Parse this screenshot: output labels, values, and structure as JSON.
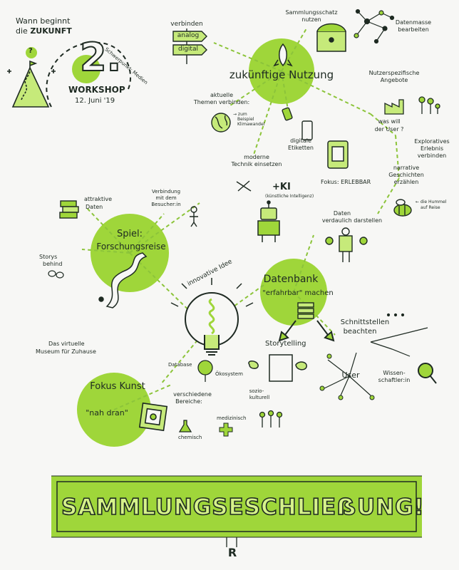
{
  "colors": {
    "green": "#9fd63a",
    "light_green": "#c6ea7a",
    "ink": "#1e2a22",
    "paper": "#f7f7f5"
  },
  "header": {
    "question_line1": "Wann beginnt",
    "question_line2_prefix": "die",
    "question_line2_emph": "ZUKUNFT",
    "question_mark": "?",
    "number": "2.",
    "workshop": "WORKSHOP",
    "date": "12. Juni '19",
    "arc_text": "Schwerpunkt: Medien"
  },
  "nodes": {
    "zukunft": "zukünftige Nutzung",
    "verbinden": "verbinden",
    "analog": "analog",
    "digital": "digital",
    "sammlungsschatz": [
      "Sammlungsschatz",
      "nutzen"
    ],
    "datenmasse": [
      "Datenmasse",
      "bearbeiten"
    ],
    "nutzerspezifisch": [
      "Nutzerspezifische",
      "Angebote"
    ],
    "aktuelle": [
      "aktuelle",
      "Themen verbinden:"
    ],
    "zum_beispiel": [
      "→ zum",
      "Beispiel",
      "Klimawandel"
    ],
    "was_will": [
      "was will",
      "der User ?"
    ],
    "digitale_etiketten": [
      "digitale",
      "Etiketten"
    ],
    "moderne_technik": [
      "moderne",
      "Technik einsetzen"
    ],
    "ki": "+KI",
    "ki_note": "(künstliche Intelligenz)",
    "fokus_erlebbar": "Fokus: ERLEBBAR",
    "exploratives": [
      "Exploratives",
      "Erlebnis",
      "verbinden"
    ],
    "narrative": [
      "narrative",
      "Geschichten",
      "erzählen"
    ],
    "hummel": [
      "← die Hummel",
      "auf Reise"
    ],
    "daten_verdaulich": [
      "Daten",
      "verdaulich darstellen"
    ],
    "attraktive": [
      "attraktive",
      "Daten"
    ],
    "verbindung_besucher": [
      "Verbindung",
      "mit dem",
      "Besucher:in"
    ],
    "spiel": [
      "Spiel:",
      "Forschungsreise"
    ],
    "storys": [
      "Storys",
      "behind"
    ],
    "innovative_idee": "innovative Idee",
    "datenbank": "Datenbank",
    "erfahrbar": "\"erfahrbar\" machen",
    "storytelling": "Storytelling",
    "schnittstellen": [
      "Schnittstellen",
      "beachten"
    ],
    "user": "User",
    "wissenschaftlerin": [
      "Wissen-",
      "schaftler:in"
    ],
    "museum": [
      "Das virtuelle",
      "Museum für Zuhause"
    ],
    "database_eco": [
      "Database",
      "Ökosystem"
    ],
    "fokus_kunst": "Fokus Kunst",
    "nah_dran": "\"nah dran\"",
    "verschiedene": [
      "verschiedene",
      "Bereiche:"
    ],
    "sozio": [
      "sozio-",
      "kulturell"
    ],
    "chemisch": "chemisch",
    "medizinisch": "medizinisch"
  },
  "icons": [
    "mountain-summit-icon",
    "rocket-icon",
    "treasure-chest-icon",
    "network-graph-icon",
    "family-icon",
    "factory-icon",
    "globe-icon",
    "phone-icon",
    "robot-icon",
    "tablet-icon",
    "bee-icon",
    "presenter-icon",
    "books-icon",
    "visitor-icon",
    "footprints-icon",
    "winding-path-icon",
    "light-bulb-icon",
    "database-stack-icon",
    "scroll-icon",
    "magnifier-icon",
    "tree-icon",
    "picture-frame-icon",
    "people-group-icon"
  ],
  "banner": "SAMMLUNGSESCHLIEẞUNG!",
  "signature": "R"
}
